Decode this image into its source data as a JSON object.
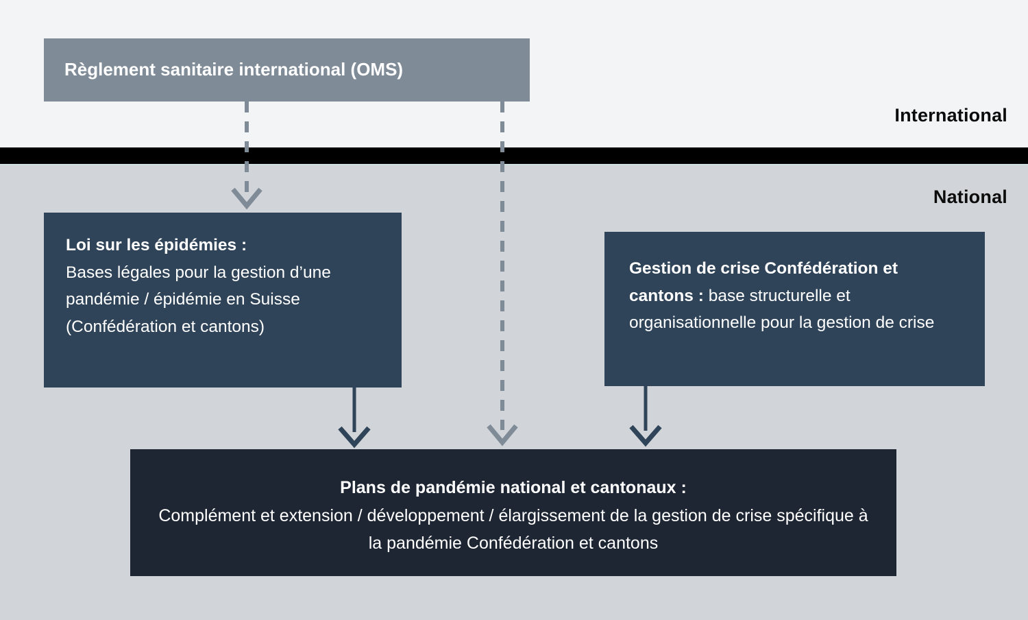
{
  "diagram": {
    "title_visible": false,
    "bands": [
      {
        "id": "international",
        "label": "International",
        "background": "#f3f4f6"
      },
      {
        "id": "national",
        "label": "National",
        "background": "#d1d4d8"
      }
    ],
    "colors": {
      "band_international_bg": "#f3f4f6",
      "band_national_bg": "#d1d4d8",
      "divider_bar": "#000000",
      "box_international": "#7f8b97",
      "box_national": "#2f4458",
      "box_plans": "#1e2634",
      "arrow_dashed": "#7f8b97",
      "arrow_solid": "#2f4458",
      "text_on_box": "#ffffff",
      "band_label_text": "#0c0c0c"
    },
    "boxes": {
      "international_regulation": {
        "title": "Règlement sanitaire international (OMS)"
      },
      "epidemics_law": {
        "title": "Loi sur les épidémies :",
        "body": "Bases légales pour la gestion d’une pandémie / épidémie en Suisse (Confédération et cantons)"
      },
      "crisis_management": {
        "title": "Gestion de crise Confédération et cantons :",
        "body": " base structurelle et organisationnelle pour la gestion de crise"
      },
      "pandemic_plans": {
        "title": "Plans de pandémie national et cantonaux :",
        "body": "Complément et extension / développement / élargissement de la gestion de crise spécifique à la pandémie Confédération et cantons"
      }
    },
    "connectors": [
      {
        "id": "rsi-to-law",
        "style": "dashed",
        "from": "international_regulation",
        "to": "epidemics_law"
      },
      {
        "id": "rsi-to-plans",
        "style": "dashed",
        "from": "international_regulation",
        "to": "pandemic_plans"
      },
      {
        "id": "law-to-plans",
        "style": "solid",
        "from": "epidemics_law",
        "to": "pandemic_plans"
      },
      {
        "id": "crisis-to-plans",
        "style": "solid",
        "from": "crisis_management",
        "to": "pandemic_plans"
      }
    ]
  }
}
